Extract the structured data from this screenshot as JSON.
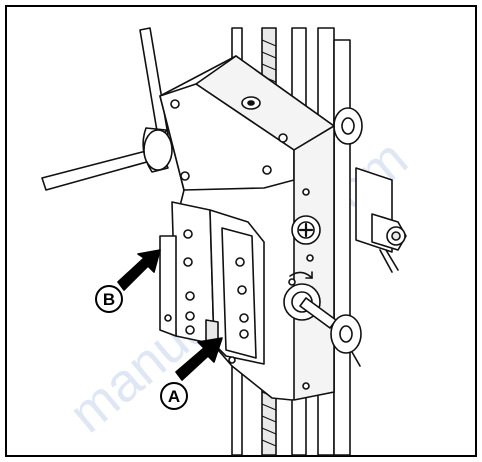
{
  "callouts": {
    "a": {
      "letter": "A"
    },
    "b": {
      "letter": "B"
    }
  },
  "watermark": {
    "text": "manualshive.com"
  },
  "colors": {
    "frame": "#000000",
    "line": "#111111",
    "fill": "#ffffff",
    "shade": "#e9e9e9",
    "watermark": "#9fb3de"
  }
}
